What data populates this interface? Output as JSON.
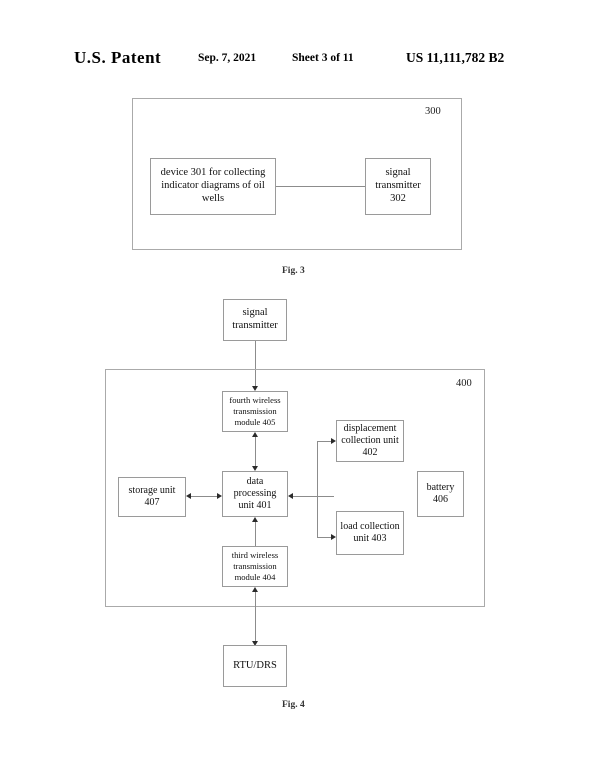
{
  "header": {
    "title": "U.S. Patent",
    "date": "Sep. 7, 2021",
    "sheet": "Sheet 3 of 11",
    "patent_number": "US 11,111,782 B2"
  },
  "figures": [
    {
      "caption": "Fig. 3",
      "container_ref": "300",
      "boxes": [
        {
          "name": "device-301",
          "label": "device 301 for collecting indicator diagrams of oil wells"
        },
        {
          "name": "signal-transmitter-302",
          "label": "signal transmitter 302"
        }
      ]
    },
    {
      "caption": "Fig. 4",
      "container_ref": "400",
      "boxes": [
        {
          "name": "signal-transmitter",
          "label": "signal transmitter"
        },
        {
          "name": "fourth-wireless-transmission-module-405",
          "label": "fourth wireless transmission module 405"
        },
        {
          "name": "data-processing-unit-401",
          "label": "data processing unit 401"
        },
        {
          "name": "storage-unit-407",
          "label": "storage unit 407"
        },
        {
          "name": "third-wireless-transmission-module-404",
          "label": "third wireless transmission module 404"
        },
        {
          "name": "displacement-collection-unit-402",
          "label": "displacement collection unit 402"
        },
        {
          "name": "load-collection-unit-403",
          "label": "load collection unit 403"
        },
        {
          "name": "battery-406",
          "label": "battery 406"
        },
        {
          "name": "rtu-drs",
          "label": "RTU/DRS"
        }
      ]
    }
  ],
  "fig3": {
    "ref": "300",
    "caption": "Fig. 3",
    "device_301": "device 301 for collecting indicator diagrams of oil wells",
    "signal_transmitter_302": "signal transmitter 302"
  },
  "fig4": {
    "ref": "400",
    "caption": "Fig. 4",
    "signal_transmitter": "signal transmitter",
    "fourth_wireless": "fourth wireless transmission module 405",
    "data_processing": "data processing unit 401",
    "storage_unit": "storage unit 407",
    "third_wireless": "third wireless transmission module 404",
    "displacement_unit": "displacement collection unit 402",
    "load_unit": "load collection unit 403",
    "battery": "battery 406",
    "rtu_drs": "RTU/DRS"
  },
  "colors": {
    "line": "#8c8c8c",
    "box_border": "#9a9a9a",
    "container_border": "#aaaaaa",
    "text": "#111111",
    "arrow": "#2b2b2b",
    "background": "#ffffff"
  }
}
